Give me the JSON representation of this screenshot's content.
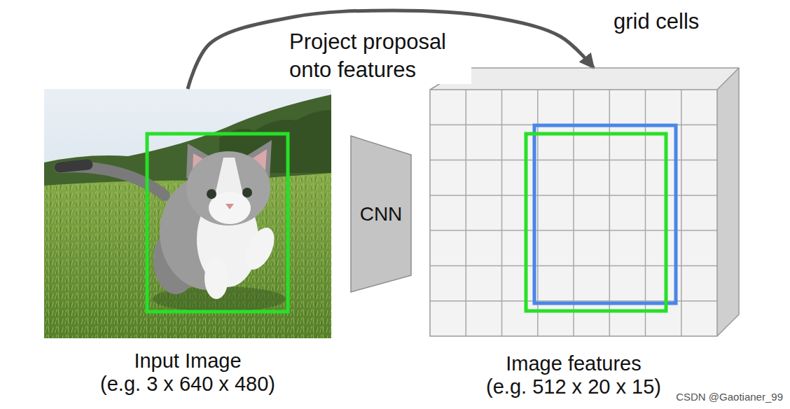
{
  "diagram": {
    "nodes": [
      {
        "text": [
          "Input Image",
          "(e.g. 3 x 640 x 480)"
        ]
      },
      {
        "text": [
          "CNN"
        ]
      },
      {
        "text": [
          "Image features",
          "(e.g. 512 x 20 x 15)"
        ]
      }
    ],
    "edges": [
      {
        "from": 0,
        "to": 2,
        "arrow": "to",
        "label": "Project proposal onto features"
      }
    ],
    "labels": [
      "grid cells",
      "CSDN @Gaotianer_99"
    ]
  }
}
